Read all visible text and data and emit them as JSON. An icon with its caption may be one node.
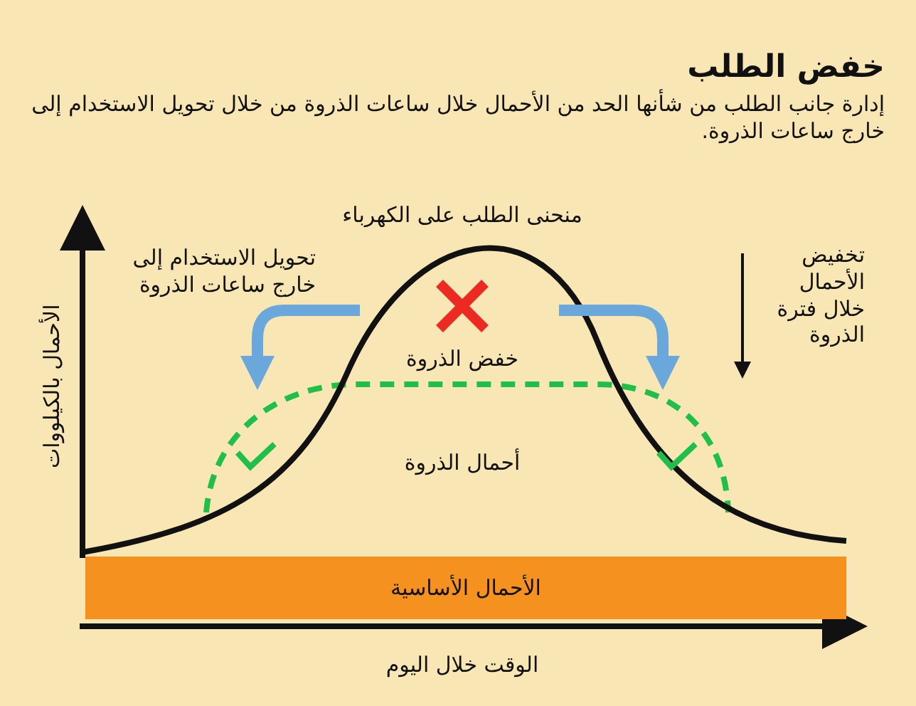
{
  "diagram": {
    "title": "خفض الطلب",
    "nodes": [
      {
        "text": [
          "الأحمال الأساسية"
        ]
      }
    ],
    "labels": [
      "إدارة جانب الطلب من شأنها الحد من الأحمال خلال ساعات الذروة من خلال تحويل الاستخدام إلى خارج ساعات الذروة.",
      "منحنى الطلب على الكهرباء",
      "تحويل الاستخدام إلى خارج ساعات الذروة",
      "تخفيض الأحمال خلال فترة الذروة",
      "خفض الذروة",
      "أحمال الذروة",
      "الأحمال بالكيلووات",
      "الوقت خلال اليوم"
    ]
  }
}
